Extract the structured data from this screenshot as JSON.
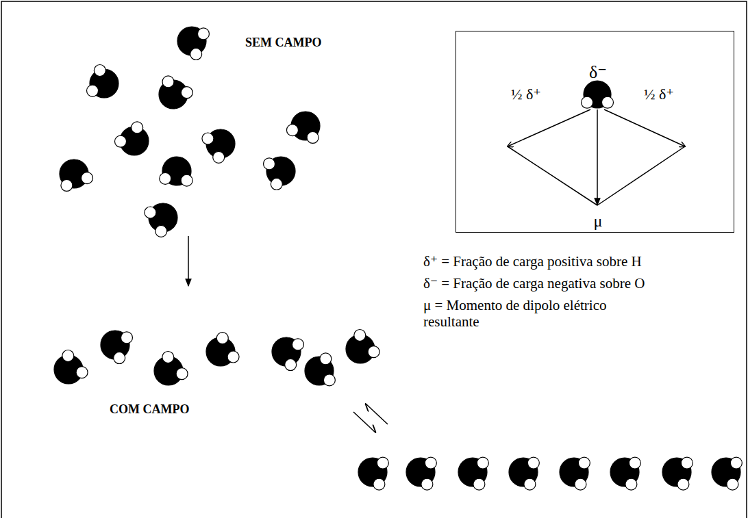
{
  "diagram": {
    "nodes": [
      {
        "text": [
          "δ⁻",
          "½ δ⁺",
          "½ δ⁺",
          "μ"
        ]
      }
    ],
    "labels": [
      "SEM CAMPO",
      "COM CAMPO",
      "δ⁺ = Fração de carga positiva sobre H",
      "δ⁻ = Fração de carga negativa sobre O",
      "μ = Momento de dipolo elétrico resultante"
    ]
  }
}
